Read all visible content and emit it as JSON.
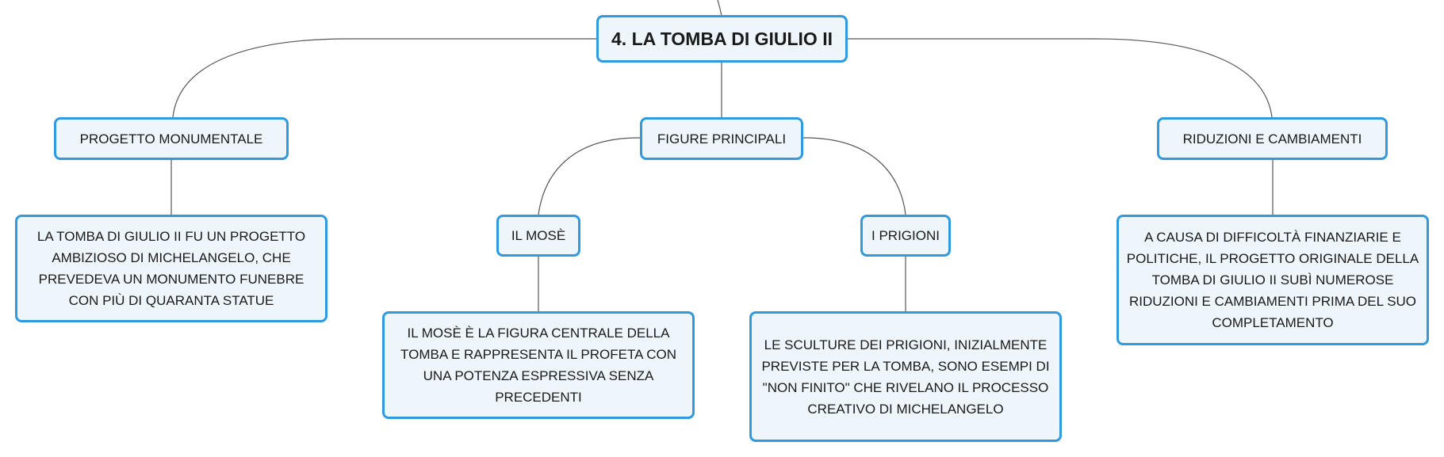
{
  "mindmap": {
    "root": {
      "label": "4. LA TOMBA DI GIULIO II"
    },
    "branches": [
      {
        "label": "PROGETTO MONUMENTALE",
        "detail": "LA TOMBA DI GIULIO II FU UN PROGETTO AMBIZIOSO DI MICHELANGELO, CHE PREVEDEVA UN MONUMENTO FUNEBRE CON PIÙ DI QUARANTA STATUE"
      },
      {
        "label": "FIGURE PRINCIPALI",
        "children": [
          {
            "label": "IL MOSÈ",
            "detail": "IL MOSÈ È LA FIGURA CENTRALE DELLA TOMBA E RAPPRESENTA IL PROFETA CON UNA POTENZA ESPRESSIVA SENZA PRECEDENTI"
          },
          {
            "label": "I PRIGIONI",
            "detail": "LE SCULTURE DEI PRIGIONI, INIZIALMENTE PREVISTE PER LA TOMBA, SONO ESEMPI DI \"NON FINITO\" CHE RIVELANO IL PROCESSO CREATIVO DI MICHELANGELO"
          }
        ]
      },
      {
        "label": "RIDUZIONI E CAMBIAMENTI",
        "detail": "A CAUSA DI DIFFICOLTÀ FINANZIARIE E POLITICHE, IL PROGETTO ORIGINALE DELLA TOMBA DI GIULIO II SUBÌ NUMEROSE RIDUZIONI E CAMBIAMENTI PRIMA DEL SUO COMPLETAMENTO"
      }
    ]
  },
  "colors": {
    "node_border": "#2f9bde",
    "node_fill": "#eef6fc",
    "connector": "#555555"
  }
}
